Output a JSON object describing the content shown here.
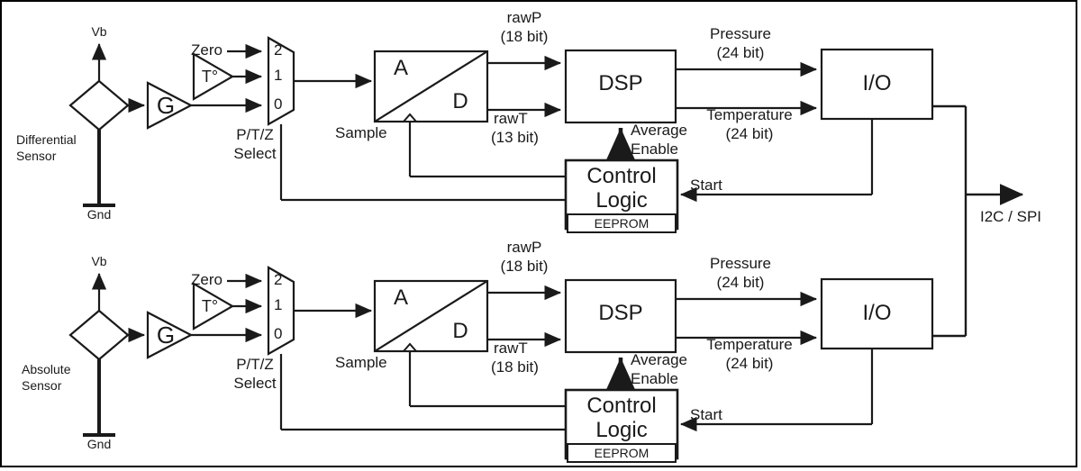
{
  "diagram": {
    "title": "Dual sensor signal chain block diagram",
    "output_bus_label": "I2C / SPI",
    "frame_color": "#000000",
    "line_color": "#1a1a1a"
  },
  "channels": [
    {
      "id": "differential",
      "sensor_label_line1": "Differential",
      "sensor_label_line2": "Sensor",
      "vb_label": "Vb",
      "gnd_label": "Gnd",
      "amp_label": "G",
      "temp_label": "T°",
      "zero_label": "Zero",
      "mux_inputs": [
        "2",
        "1",
        "0"
      ],
      "mux_select_line1": "P/T/Z",
      "mux_select_line2": "Select",
      "adc_label_a": "A",
      "adc_label_d": "D",
      "sample_label": "Sample",
      "rawp_label": "rawP",
      "rawp_bits": "(18 bit)",
      "rawt_label": "rawT",
      "rawt_bits": "(13 bit)",
      "dsp_label": "DSP",
      "average_label_line1": "Average",
      "average_label_line2": "Enable",
      "control_label_line1": "Control",
      "control_label_line2": "Logic",
      "eeprom_label": "EEPROM",
      "start_label": "Start",
      "pressure_label": "Pressure",
      "pressure_bits": "(24 bit)",
      "temperature_label": "Temperature",
      "temperature_bits": "(24 bit)",
      "io_label": "I/O"
    },
    {
      "id": "absolute",
      "sensor_label_line1": "Absolute",
      "sensor_label_line2": "Sensor",
      "vb_label": "Vb",
      "gnd_label": "Gnd",
      "amp_label": "G",
      "temp_label": "T°",
      "zero_label": "Zero",
      "mux_inputs": [
        "2",
        "1",
        "0"
      ],
      "mux_select_line1": "P/T/Z",
      "mux_select_line2": "Select",
      "adc_label_a": "A",
      "adc_label_d": "D",
      "sample_label": "Sample",
      "rawp_label": "rawP",
      "rawp_bits": "(18 bit)",
      "rawt_label": "rawT",
      "rawt_bits": "(18 bit)",
      "dsp_label": "DSP",
      "average_label_line1": "Average",
      "average_label_line2": "Enable",
      "control_label_line1": "Control",
      "control_label_line2": "Logic",
      "eeprom_label": "EEPROM",
      "start_label": "Start",
      "pressure_label": "Pressure",
      "pressure_bits": "(24 bit)",
      "temperature_label": "Temperature",
      "temperature_bits": "(24 bit)",
      "io_label": "I/O"
    }
  ]
}
